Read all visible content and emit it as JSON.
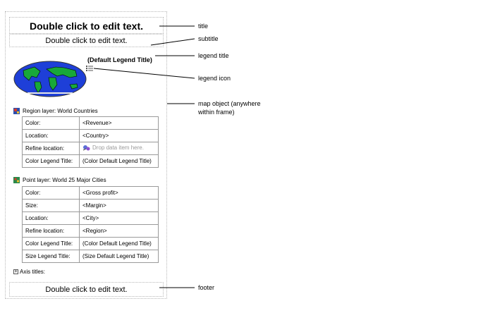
{
  "frame": {
    "title_placeholder": "Double click to edit text.",
    "subtitle_placeholder": "Double click to edit text.",
    "footer_placeholder": "Double click to edit text.",
    "legend_title": "(Default Legend Title)",
    "region_layer": {
      "label": "Region layer: World Countries",
      "rows": [
        {
          "key": "Color:",
          "value": "<Revenue>"
        },
        {
          "key": "Location:",
          "value": "<Country>"
        },
        {
          "key": "Refine location:",
          "value": "Drop data item here."
        },
        {
          "key": "Color Legend Title:",
          "value": "(Color Default Legend Title)"
        }
      ]
    },
    "point_layer": {
      "label": "Point layer: World 25 Major Cities",
      "rows": [
        {
          "key": "Color:",
          "value": "<Gross profit>"
        },
        {
          "key": "Size:",
          "value": "<Margin>"
        },
        {
          "key": "Location:",
          "value": "<City>"
        },
        {
          "key": "Refine location:",
          "value": "<Region>"
        },
        {
          "key": "Color Legend Title:",
          "value": "(Color Default Legend Title)"
        },
        {
          "key": "Size Legend Title:",
          "value": "(Size Default Legend Title)"
        }
      ]
    },
    "axis_titles": "Axis titles:"
  },
  "annotations": {
    "title": "title",
    "subtitle": "subtitle",
    "legend_title": "legend title",
    "legend_icon": "legend icon",
    "map_object_line1": "map object (anywhere",
    "map_object_line2": "within frame)",
    "footer": "footer"
  },
  "icons": [
    "globe-map-icon",
    "legend-icon",
    "region-layer-icon",
    "point-layer-icon",
    "drop-item-icon",
    "expand-plus-icon"
  ]
}
